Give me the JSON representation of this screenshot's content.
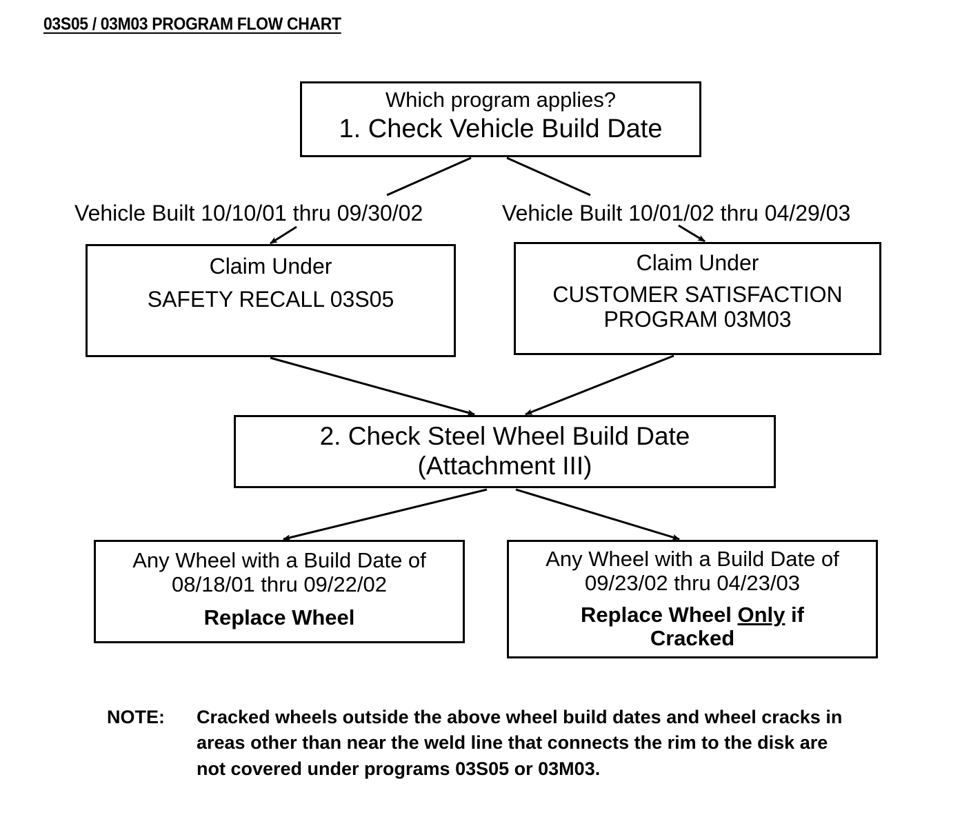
{
  "document": {
    "title": "03S05 / 03M03 PROGRAM FLOW CHART"
  },
  "nodes": {
    "top": {
      "line1": "Which program applies?",
      "line2": "1. Check Vehicle Build Date"
    },
    "recall": {
      "line1": "Claim Under",
      "line2": "SAFETY RECALL 03S05"
    },
    "csp": {
      "line1": "Claim Under",
      "line2": "CUSTOMER SATISFACTION",
      "line3": "PROGRAM 03M03"
    },
    "wheel_date": {
      "line1": "2. Check Steel Wheel Build Date",
      "line2": "(Attachment III)"
    },
    "replace": {
      "line1": "Any Wheel with a Build Date of",
      "line2": "08/18/01 thru 09/22/02",
      "line3": "Replace Wheel"
    },
    "replace_cracked": {
      "line1": "Any Wheel with a Build Date of",
      "line2": "09/23/02 thru 04/23/03",
      "line3_part1": "Replace Wheel ",
      "line3_emphasis": "Only",
      "line3_part2": " if",
      "line4": "Cracked"
    }
  },
  "edge_labels": {
    "left": "Vehicle Built 10/10/01 thru 09/30/02",
    "right": "Vehicle Built 10/01/02 thru 04/29/03"
  },
  "note": {
    "label": "NOTE:",
    "line1": "Cracked wheels outside the above wheel build dates and wheel cracks in",
    "line2": "areas other than near the weld line that connects the rim to the disk are",
    "line3": "not covered under programs 03S05 or 03M03."
  },
  "colors": {
    "ink": "#000000",
    "paper": "#ffffff"
  }
}
